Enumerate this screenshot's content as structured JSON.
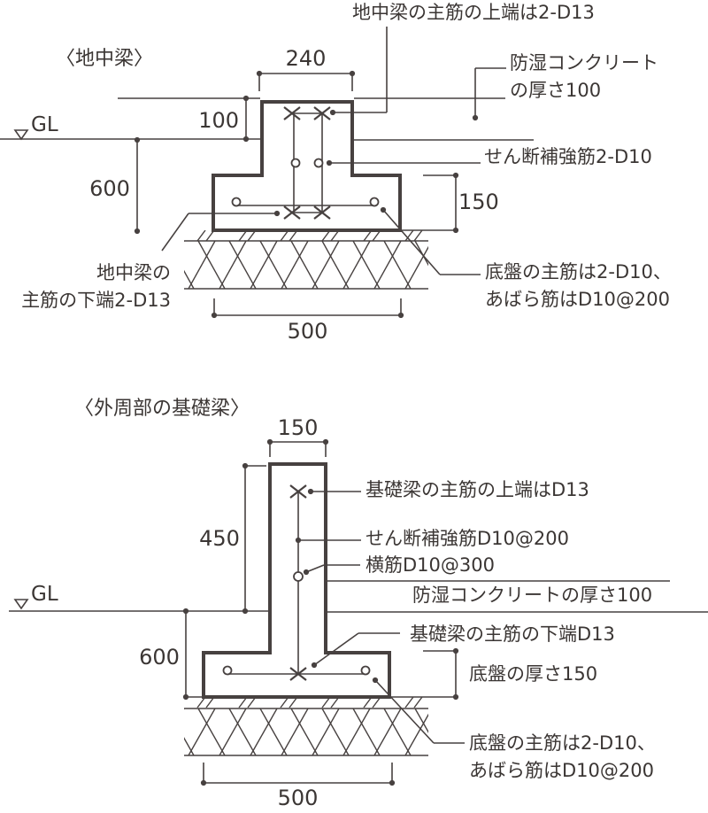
{
  "top": {
    "title": "〈地中梁〉",
    "gl": "GL",
    "dim_width_top": "240",
    "dim_above_gl": "100",
    "dim_depth": "600",
    "dim_footing_h": "150",
    "dim_footing_w": "500",
    "label_main_top": "地中梁の主筋の上端は2-D13",
    "label_damp_1": "防湿コンクリート",
    "label_damp_2": "の厚さ100",
    "label_shear": "せん断補強筋2-D10",
    "label_main_bottom_1": "地中梁の",
    "label_main_bottom_2": "主筋の下端2-D13",
    "label_slab_1": "底盤の主筋は2-D10、",
    "label_slab_2": "あばら筋はD10@200"
  },
  "bottom": {
    "title": "〈外周部の基礎梁〉",
    "gl": "GL",
    "dim_width_top": "150",
    "dim_beam_h": "450",
    "dim_depth": "600",
    "dim_footing_w": "500",
    "label_main_top": "基礎梁の主筋の上端はD13",
    "label_shear": "せん断補強筋D10@200",
    "label_horizontal": "横筋D10@300",
    "label_damp": "防湿コンクリートの厚さ100",
    "label_main_bottom": "基礎梁の主筋の下端D13",
    "label_slab_thickness": "底盤の厚さ150",
    "label_slab_1": "底盤の主筋は2-D10、",
    "label_slab_2": "あばら筋はD10@200"
  },
  "colors": {
    "line": "#474140",
    "text": "#3b3634",
    "background": "#ffffff"
  }
}
